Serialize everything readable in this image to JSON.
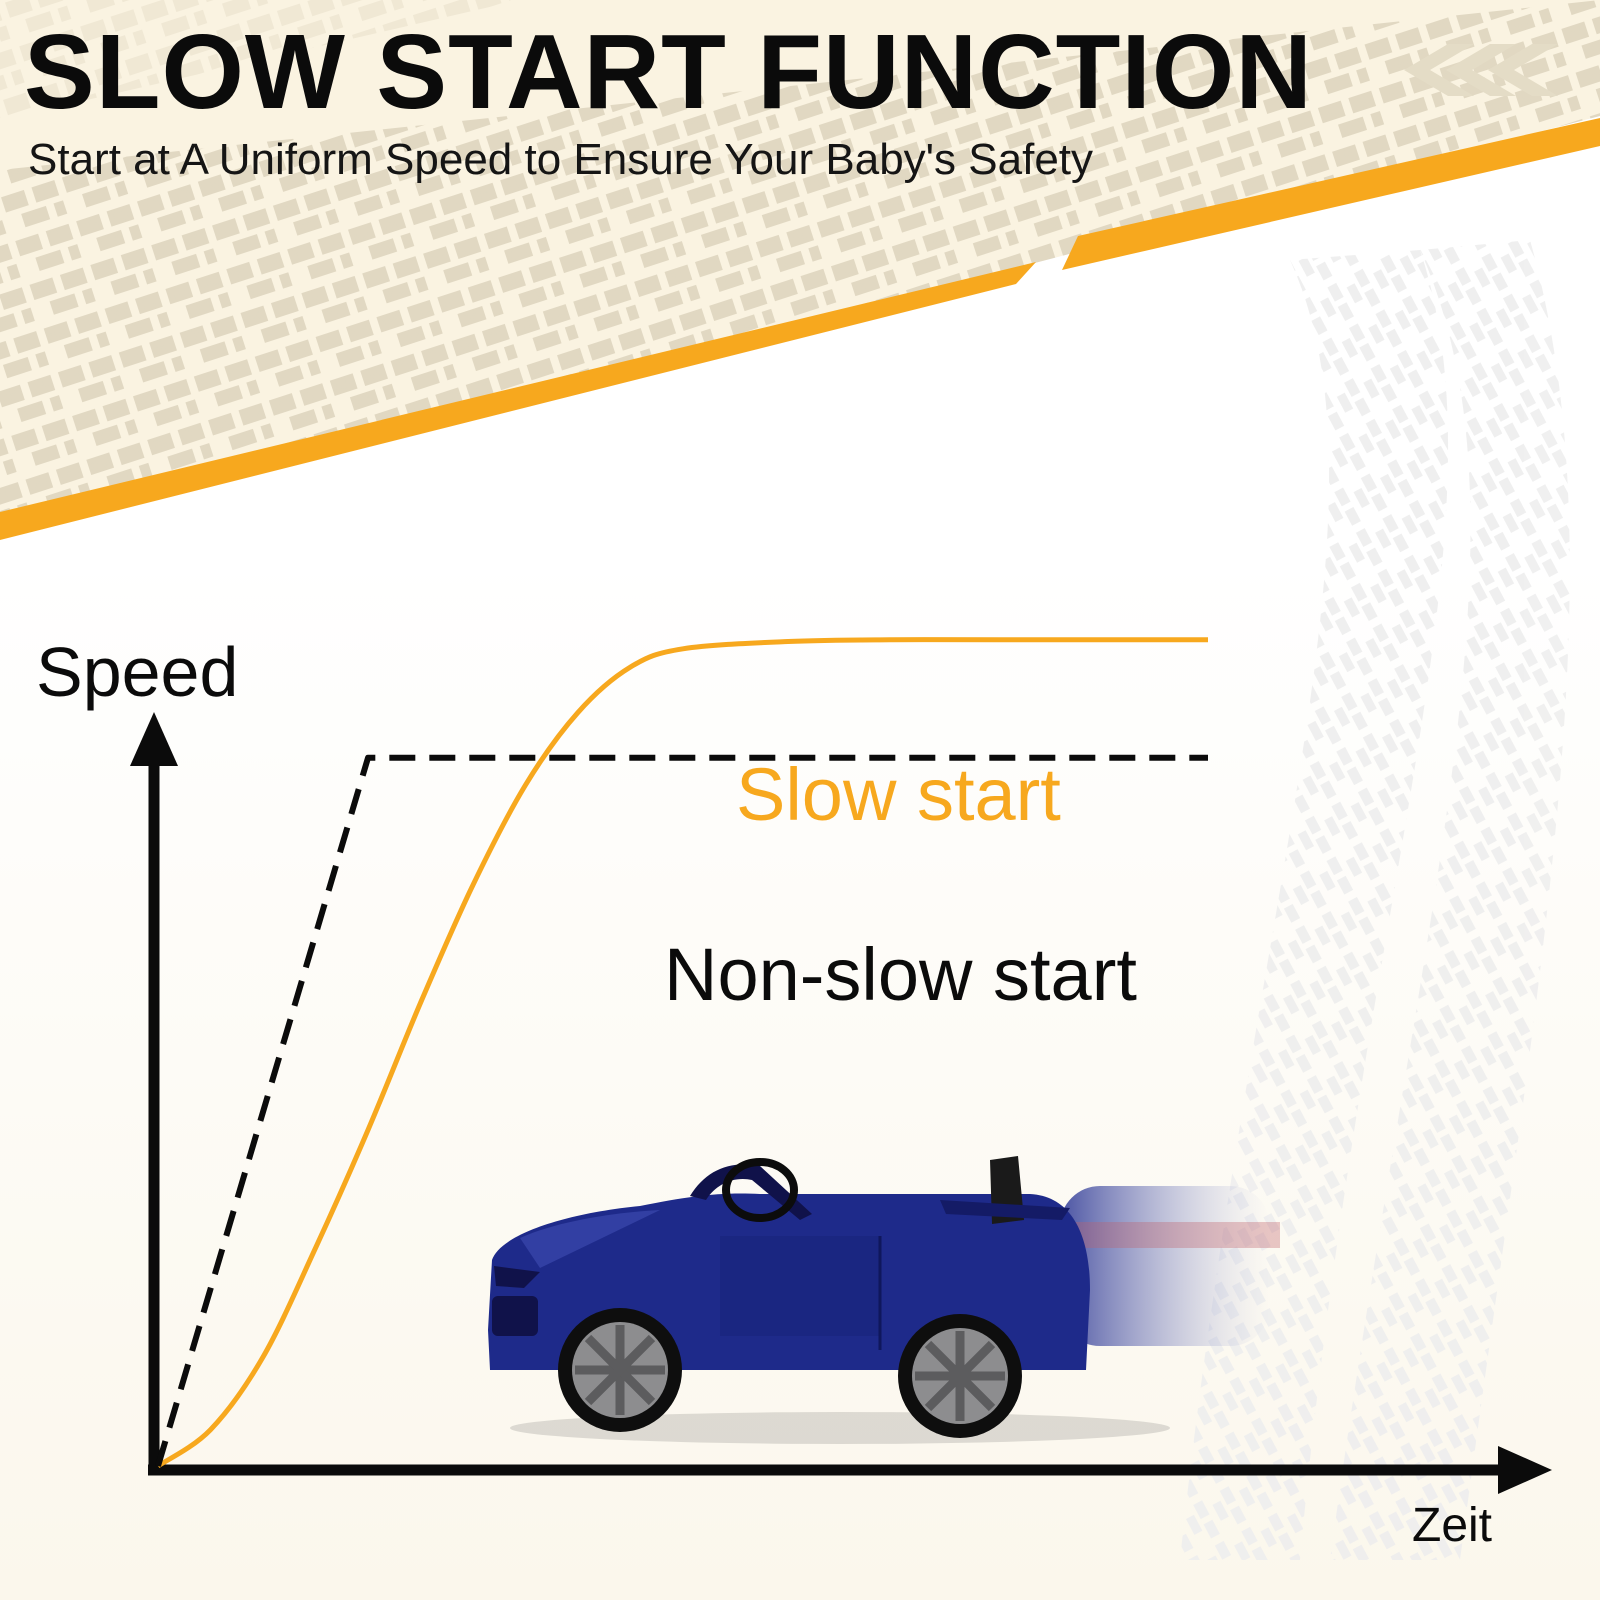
{
  "page": {
    "headline": "SLOW START FUNCTION",
    "subheadline": "Start at A Uniform Speed to Ensure Your Baby's Safety"
  },
  "colors": {
    "accent_orange": "#F7A81E",
    "banner_cream": "#FAF3E1",
    "tread_beige": "#DCD3BD",
    "text_black": "#0B0B0B",
    "car_blue": "#1E2A8A"
  },
  "icons": [
    "double-chevron-left-icon",
    "ride-on-car-image"
  ],
  "chart_data": {
    "type": "line",
    "xlabel": "Zeit",
    "ylabel": "Speed",
    "xlim": [
      0,
      100
    ],
    "ylim": [
      0,
      100
    ],
    "grid": false,
    "legend": "inline-labels",
    "series": [
      {
        "name": "Slow start",
        "color": "#F7A81E",
        "dashed": false,
        "points": [
          [
            0,
            0
          ],
          [
            5,
            4
          ],
          [
            10,
            12
          ],
          [
            15,
            24
          ],
          [
            20,
            37
          ],
          [
            25,
            51
          ],
          [
            30,
            64
          ],
          [
            35,
            75
          ],
          [
            40,
            83
          ],
          [
            45,
            88
          ],
          [
            50,
            90
          ],
          [
            60,
            90.8
          ],
          [
            70,
            91
          ],
          [
            80,
            91
          ],
          [
            100,
            91
          ]
        ]
      },
      {
        "name": "Non-slow start",
        "color": "#0B0B0B",
        "dashed": true,
        "points": [
          [
            0,
            0
          ],
          [
            20,
            78
          ],
          [
            100,
            78
          ]
        ]
      }
    ]
  }
}
